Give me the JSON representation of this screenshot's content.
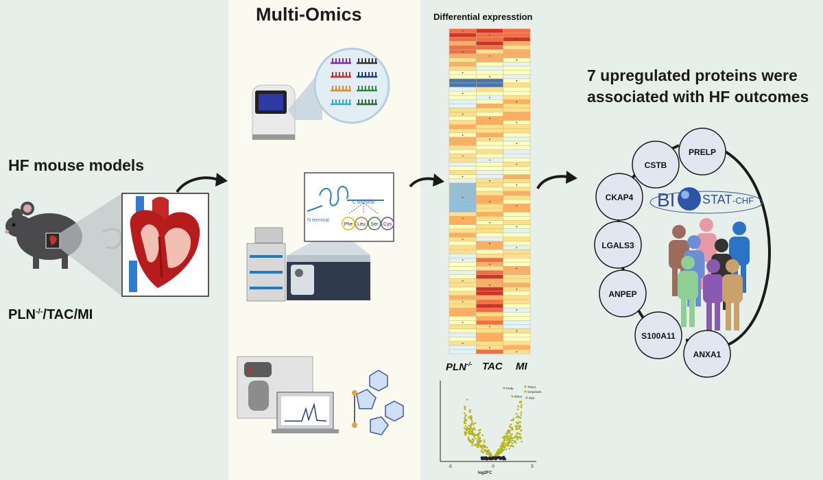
{
  "left": {
    "title": "HF mouse models",
    "models_label_main": "PLN",
    "models_label_sup": "-/-",
    "models_label_rest": "/TAC/MI"
  },
  "middle": {
    "title": "Multi-Omics",
    "protein_labels": {
      "n_terminal": "N terminal",
      "c_terminal": "C terminal",
      "residues": [
        "Phe",
        "Leu",
        "Ser",
        "Cys"
      ]
    }
  },
  "heatmap": {
    "title": "Differential expresstion",
    "columns": [
      {
        "main": "PLN",
        "sup": "-/-"
      },
      {
        "main": "TAC",
        "sup": ""
      },
      {
        "main": "MI",
        "sup": ""
      }
    ]
  },
  "volcano": {
    "xlabel": "log2FC",
    "x_ticks": [
      "-5",
      "0",
      "5"
    ],
    "point_labels": [
      "Prelp",
      "Ifitm4",
      "Timp1",
      "Serpina3n",
      "Star"
    ]
  },
  "right": {
    "title_line1": "7 upregulated proteins were",
    "title_line2": "associated with HF outcomes",
    "logo_text_a": "BI",
    "logo_text_b": "STAT",
    "logo_text_c": "-CHF",
    "proteins": [
      "PRELP",
      "CSTB",
      "CKAP4",
      "LGALS3",
      "ANPEP",
      "S100A11",
      "ANXA1"
    ]
  },
  "colors": {
    "background": "#e6efe9",
    "panel": "#fbfaf0",
    "heat_high": "#d73027",
    "heat_mid": "#fee08b",
    "heat_low": "#4575b4",
    "volcano_points": "#b5b41a",
    "node_fill": "#e1e7f1"
  }
}
